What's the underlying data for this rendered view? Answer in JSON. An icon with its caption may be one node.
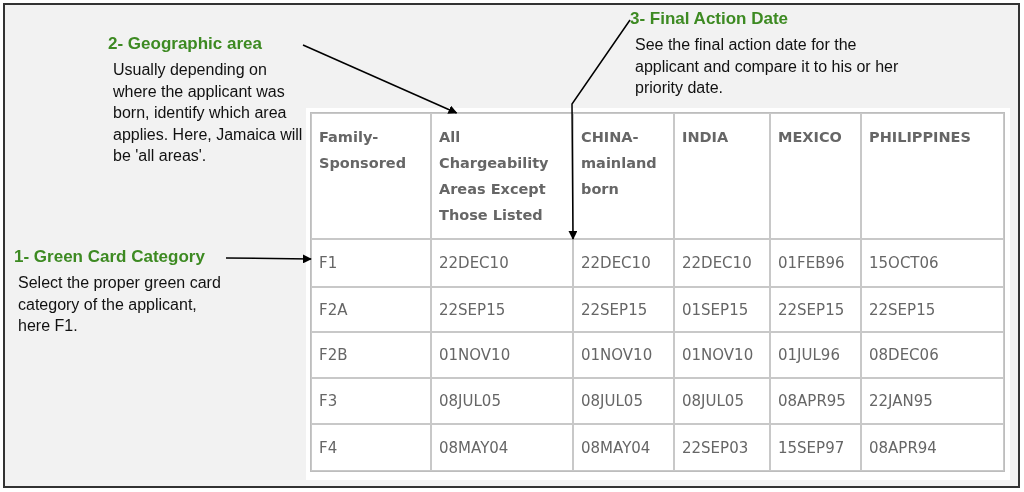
{
  "diagram": {
    "nodes": [
      {
        "text": [
          "3- Final Action Date",
          "See the final action date for the applicant and compare it to his or her priority date."
        ]
      },
      {
        "text": [
          "2- Geographic area",
          "Usually depending on where the applicant was born, identify which area applies. Here, Jamaica will be 'all areas'."
        ]
      },
      {
        "text": [
          "1- Green Card Category",
          "Select the proper green card category of the applicant, here F1."
        ]
      },
      {
        "text": [
          "Family- Sponsored"
        ]
      },
      {
        "text": [
          "All Chargeability Areas Except Those Listed"
        ]
      },
      {
        "text": [
          "CHINA- mainland born"
        ]
      },
      {
        "text": [
          "INDIA"
        ]
      },
      {
        "text": [
          "MEXICO"
        ]
      },
      {
        "text": [
          "PHILIPPINES"
        ]
      },
      {
        "text": [
          "F1"
        ]
      },
      {
        "text": [
          "22DEC10"
        ]
      },
      {
        "text": [
          "22DEC10"
        ]
      },
      {
        "text": [
          "22DEC10"
        ]
      },
      {
        "text": [
          "01FEB96"
        ]
      },
      {
        "text": [
          "15OCT06"
        ]
      },
      {
        "text": [
          "F2A"
        ]
      },
      {
        "text": [
          "22SEP15"
        ]
      },
      {
        "text": [
          "22SEP15"
        ]
      },
      {
        "text": [
          "01SEP15"
        ]
      },
      {
        "text": [
          "22SEP15"
        ]
      },
      {
        "text": [
          "22SEP15"
        ]
      },
      {
        "text": [
          "F2B"
        ]
      },
      {
        "text": [
          "01NOV10"
        ]
      },
      {
        "text": [
          "01NOV10"
        ]
      },
      {
        "text": [
          "01NOV10"
        ]
      },
      {
        "text": [
          "01JUL96"
        ]
      },
      {
        "text": [
          "08DEC06"
        ]
      },
      {
        "text": [
          "F3"
        ]
      },
      {
        "text": [
          "08JUL05"
        ]
      },
      {
        "text": [
          "08JUL05"
        ]
      },
      {
        "text": [
          "08JUL05"
        ]
      },
      {
        "text": [
          "08APR95"
        ]
      },
      {
        "text": [
          "22JAN95"
        ]
      },
      {
        "text": [
          "F4"
        ]
      },
      {
        "text": [
          "08MAY04"
        ]
      },
      {
        "text": [
          "08MAY04"
        ]
      },
      {
        "text": [
          "22SEP03"
        ]
      },
      {
        "text": [
          "15SEP97"
        ]
      },
      {
        "text": [
          "08APR94"
        ]
      }
    ],
    "edges": [
      {
        "from": 0,
        "to": 10,
        "arrow": "to"
      },
      {
        "from": 1,
        "to": 4,
        "arrow": "to"
      },
      {
        "from": 2,
        "to": 9,
        "arrow": "to"
      }
    ]
  }
}
